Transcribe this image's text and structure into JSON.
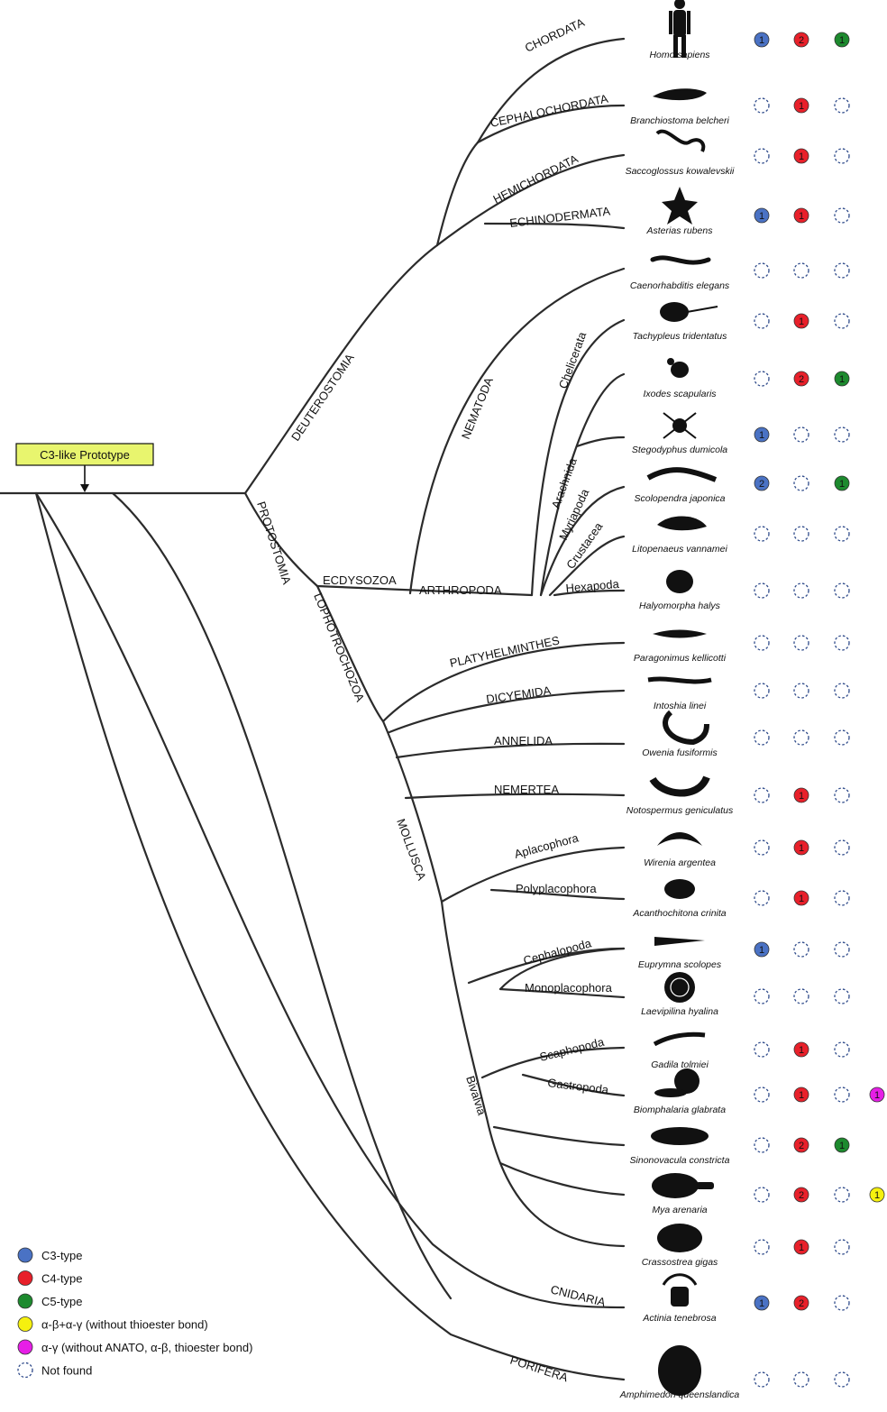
{
  "prototype": {
    "label": "C3-like Prototype"
  },
  "clades": {
    "deuterostomia": "DEUTEROSTOMIA",
    "protostomia": "PROTOSTOMIA",
    "ecdysozoa": "ECDYSOZOA",
    "lophotrochozoa": "LOPHOTROCHOZOA",
    "chordata": "CHORDATA",
    "cephalochordata": "CEPHALOCHORDATA",
    "hemichordata": "HEMICHORDATA",
    "echinodermata": "ECHINODERMATA",
    "nematoda": "NEMATODA",
    "arthropoda": "ARTHROPODA",
    "chelicerata": "Chelicerata",
    "arachnida": "Arachnida",
    "myriapoda": "Myriapoda",
    "crustacea": "Crustacea",
    "hexapoda": "Hexapoda",
    "platyhelminthes": "PLATYHELMINTHES",
    "dicyemida": "DICYEMIDA",
    "annelida": "ANNELIDA",
    "nemertea": "NEMERTEA",
    "mollusca": "MOLLUSCA",
    "aplacophora": "Aplacophora",
    "polyplacophora": "Polyplacophora",
    "cephalopoda": "Cephalopoda",
    "monoplacophora": "Monoplacophora",
    "scaphopoda": "Scaphopoda",
    "gastropoda": "Gastropoda",
    "bivalvia": "Bivalvia",
    "cnidaria": "CNIDARIA",
    "porifera": "PORIFERA"
  },
  "species": [
    {
      "name": "Homo sapiens",
      "c3": "1",
      "c4": "2",
      "c5": "1",
      "extra": null
    },
    {
      "name": "Branchiostoma belcheri",
      "c3": "",
      "c4": "1",
      "c5": "",
      "extra": null
    },
    {
      "name": "Saccoglossus kowalevskii",
      "c3": "",
      "c4": "1",
      "c5": "",
      "extra": null
    },
    {
      "name": "Asterias rubens",
      "c3": "1",
      "c4": "1",
      "c5": "",
      "extra": null
    },
    {
      "name": "Caenorhabditis elegans",
      "c3": "",
      "c4": "",
      "c5": "",
      "extra": null
    },
    {
      "name": "Tachypleus tridentatus",
      "c3": "",
      "c4": "1",
      "c5": "",
      "extra": null
    },
    {
      "name": "Ixodes scapularis",
      "c3": "",
      "c4": "2",
      "c5": "1",
      "extra": null
    },
    {
      "name": "Stegodyphus dumicola",
      "c3": "1",
      "c4": "",
      "c5": "",
      "extra": null
    },
    {
      "name": "Scolopendra japonica",
      "c3": "2",
      "c4": "",
      "c5": "1",
      "extra": null
    },
    {
      "name": "Litopenaeus vannamei",
      "c3": "",
      "c4": "",
      "c5": "",
      "extra": null
    },
    {
      "name": "Halyomorpha halys",
      "c3": "",
      "c4": "",
      "c5": "",
      "extra": null
    },
    {
      "name": "Paragonimus kellicotti",
      "c3": "",
      "c4": "",
      "c5": "",
      "extra": null
    },
    {
      "name": "Intoshia linei",
      "c3": "",
      "c4": "",
      "c5": "",
      "extra": null
    },
    {
      "name": "Owenia fusiformis",
      "c3": "",
      "c4": "",
      "c5": "",
      "extra": null
    },
    {
      "name": "Notospermus geniculatus",
      "c3": "",
      "c4": "1",
      "c5": "",
      "extra": null
    },
    {
      "name": "Wirenia argentea",
      "c3": "",
      "c4": "1",
      "c5": "",
      "extra": null
    },
    {
      "name": "Acanthochitona crinita",
      "c3": "",
      "c4": "1",
      "c5": "",
      "extra": null
    },
    {
      "name": "Euprymna scolopes",
      "c3": "1",
      "c4": "",
      "c5": "",
      "extra": null
    },
    {
      "name": "Laevipilina hyalina",
      "c3": "",
      "c4": "",
      "c5": "",
      "extra": null
    },
    {
      "name": "Gadila tolmiei",
      "c3": "",
      "c4": "1",
      "c5": "",
      "extra": null
    },
    {
      "name": "Biomphalaria glabrata",
      "c3": "",
      "c4": "1",
      "c5": "",
      "extra": {
        "type": "a-g",
        "value": "1"
      }
    },
    {
      "name": "Sinonovacula constricta",
      "c3": "",
      "c4": "2",
      "c5": "1",
      "extra": null
    },
    {
      "name": "Mya arenaria",
      "c3": "",
      "c4": "2",
      "c5": "",
      "extra": {
        "type": "ab-ag",
        "value": "1"
      }
    },
    {
      "name": "Crassostrea gigas",
      "c3": "",
      "c4": "1",
      "c5": "",
      "extra": null
    },
    {
      "name": "Actinia tenebrosa",
      "c3": "1",
      "c4": "2",
      "c5": "",
      "extra": null
    },
    {
      "name": "Amphimedon queenslandica",
      "c3": "",
      "c4": "",
      "c5": "",
      "extra": null
    }
  ],
  "legend": [
    {
      "key": "c3",
      "label": "C3-type"
    },
    {
      "key": "c4",
      "label": "C4-type"
    },
    {
      "key": "c5",
      "label": "C5-type"
    },
    {
      "key": "ab-ag",
      "label": "α-β+α-γ (without thioester bond)"
    },
    {
      "key": "a-g",
      "label": "α-γ (without ANATO, α-β, thioester bond)"
    },
    {
      "key": "nf",
      "label": "Not found"
    }
  ],
  "colors": {
    "c3": "#4a72c4",
    "c4": "#e8202a",
    "c5": "#1d8a2e",
    "ab-ag": "#f5f00f",
    "a-g": "#e61ee6",
    "not_found": "#2e4a8a",
    "prototype_box": "#e8f56e",
    "line": "#2b2b2b"
  }
}
